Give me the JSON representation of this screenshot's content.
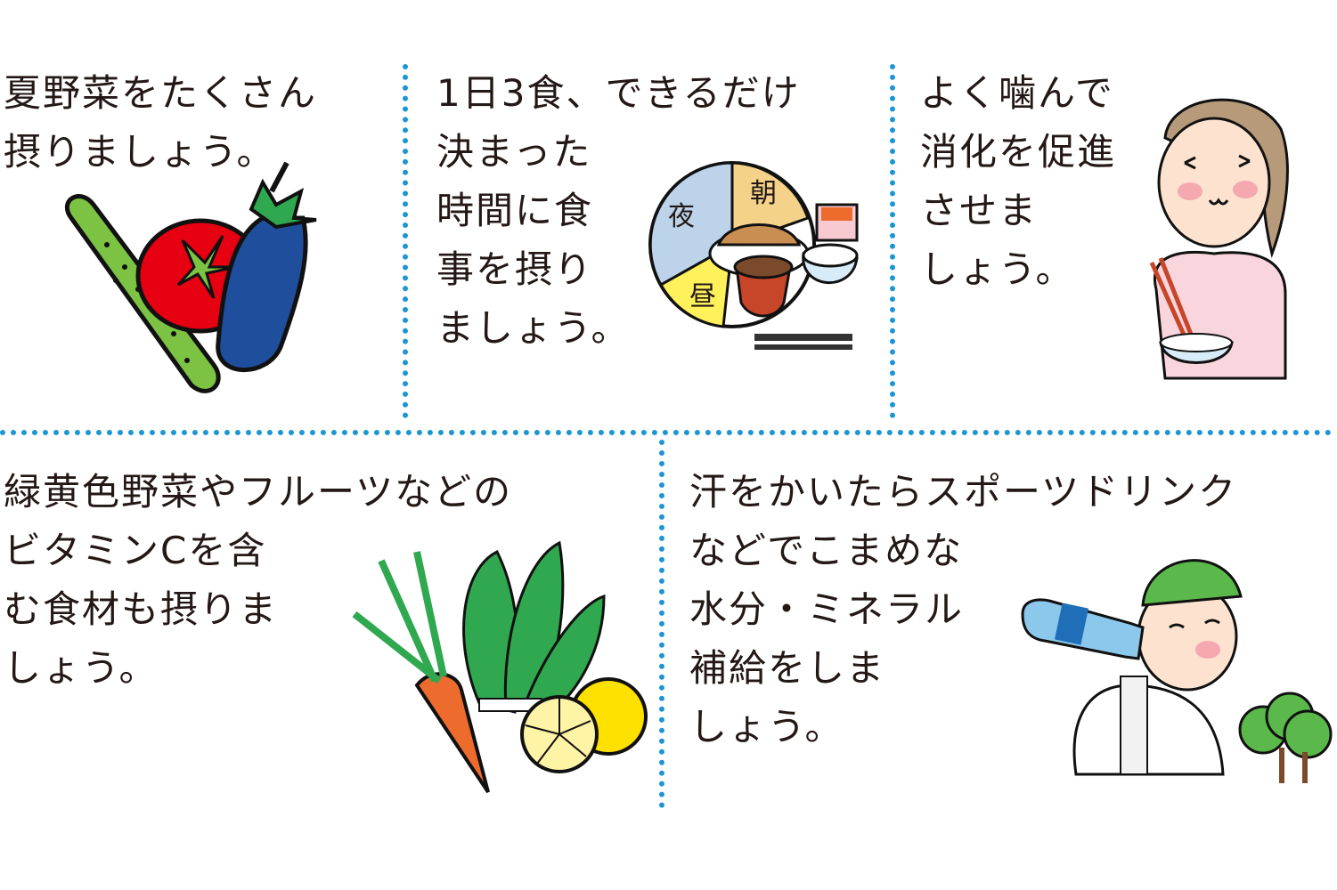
{
  "colors": {
    "divider": "#1a96d4",
    "text": "#231815",
    "cucumber": "#7cc243",
    "tomato": "#e60012",
    "eggplant": "#1f4f9c",
    "plate_night": "#bcd3ea",
    "plate_morning": "#f4d28a",
    "plate_noon": "#fff15c",
    "carrot": "#ec6b2d",
    "greens": "#2fa84f",
    "citrus": "#ffe100",
    "cap": "#5bb84a",
    "bottle": "#8cc7ec",
    "tree": "#5bb84a",
    "skin": "#fde3cf",
    "cheek": "#f6a8b0"
  },
  "tips": {
    "tip1": {
      "lines": [
        "夏野菜をたくさん",
        "摂りましょう。"
      ],
      "illustration": "summer-vegetables"
    },
    "tip2": {
      "lines": [
        "1日3食、できるだけ",
        "決まった",
        "時間に食",
        "事を摂り",
        "ましょう。"
      ],
      "illustration": "meal-clock-plate"
    },
    "tip2_plate": {
      "morning": "朝",
      "noon": "昼",
      "night": "夜"
    },
    "tip3": {
      "lines": [
        "よく噛んで",
        "消化を促進",
        "させま",
        "しょう。"
      ],
      "illustration": "woman-chewing"
    },
    "tip4": {
      "lines": [
        "緑黄色野菜やフルーツなどの",
        "ビタミンCを含",
        "む食材も摂りま",
        "しょう。"
      ],
      "illustration": "carrot-spinach-citrus"
    },
    "tip5": {
      "lines": [
        "汗をかいたらスポーツドリンク",
        "などでこまめな",
        "水分・ミネラル",
        "補給をしま",
        "しょう。"
      ],
      "illustration": "boy-drinking"
    }
  }
}
